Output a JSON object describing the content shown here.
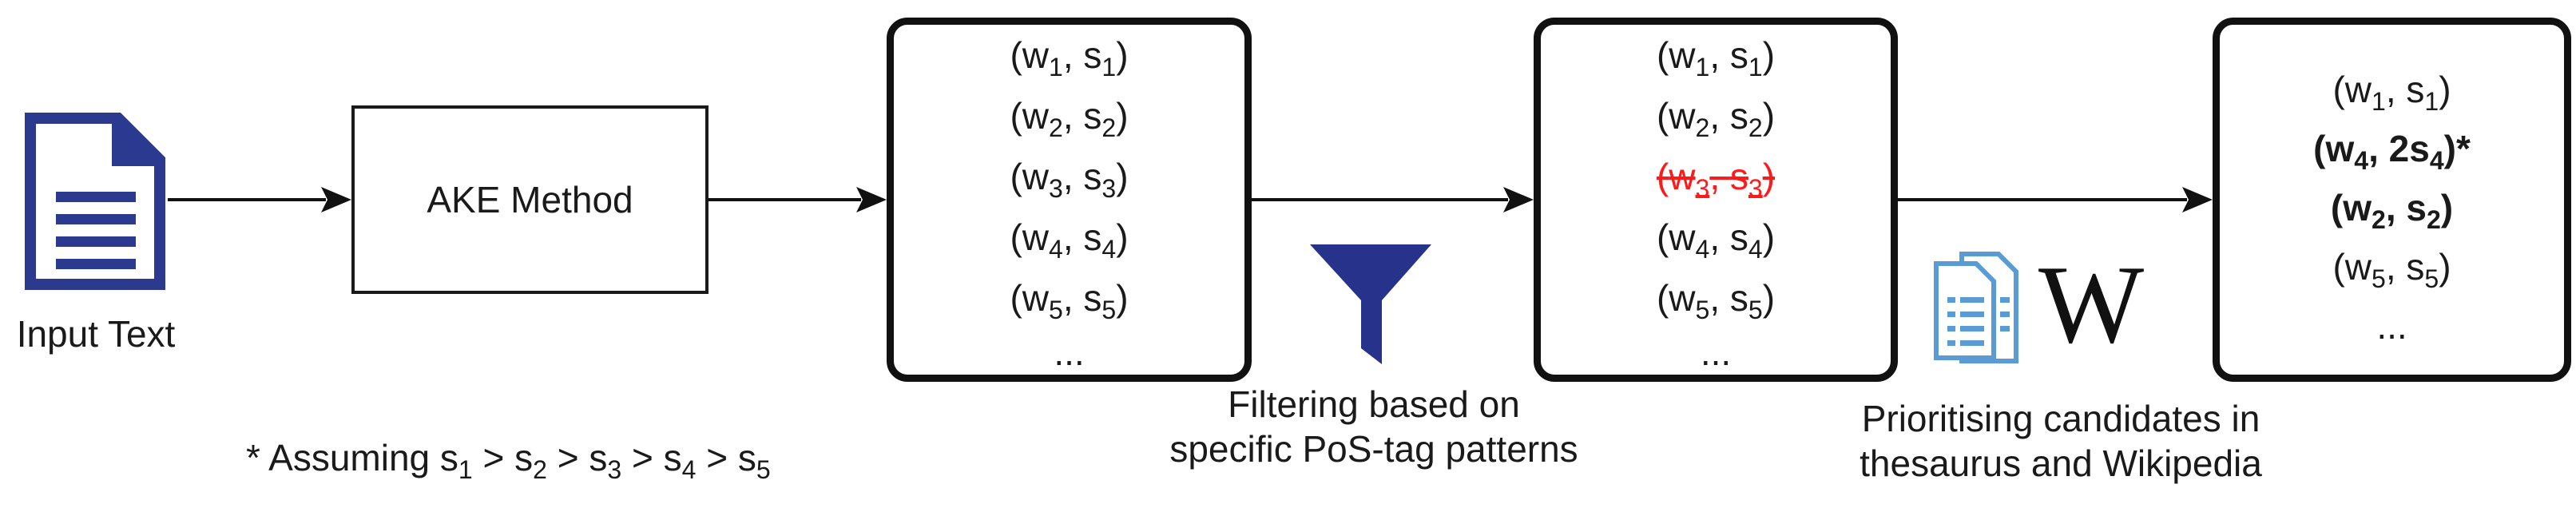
{
  "input": {
    "icon": "document-icon",
    "label": "Input Text"
  },
  "ake": {
    "label": "AKE Method"
  },
  "list1": {
    "rows": [
      {
        "w": "w",
        "wsub": "1",
        "s": "s",
        "ssub": "1"
      },
      {
        "w": "w",
        "wsub": "2",
        "s": "s",
        "ssub": "2"
      },
      {
        "w": "w",
        "wsub": "3",
        "s": "s",
        "ssub": "3"
      },
      {
        "w": "w",
        "wsub": "4",
        "s": "s",
        "ssub": "4"
      },
      {
        "w": "w",
        "wsub": "5",
        "s": "s",
        "ssub": "5"
      }
    ],
    "ellipsis": "..."
  },
  "filter": {
    "icon": "funnel-icon",
    "caption_line1": "Filtering based on",
    "caption_line2": "specific PoS-tag patterns"
  },
  "list2": {
    "rows": [
      {
        "w": "w",
        "wsub": "1",
        "s": "s",
        "ssub": "1",
        "removed": false
      },
      {
        "w": "w",
        "wsub": "2",
        "s": "s",
        "ssub": "2",
        "removed": false
      },
      {
        "w": "w",
        "wsub": "3",
        "s": "s",
        "ssub": "3",
        "removed": true
      },
      {
        "w": "w",
        "wsub": "4",
        "s": "s",
        "ssub": "4",
        "removed": false
      },
      {
        "w": "w",
        "wsub": "5",
        "s": "s",
        "ssub": "5",
        "removed": false
      }
    ],
    "ellipsis": "..."
  },
  "prioritise": {
    "icons": [
      "thesaurus-documents-icon",
      "wikipedia-logo"
    ],
    "wikipedia_logo": "W",
    "caption_line1": "Prioritising candidates in",
    "caption_line2": "thesaurus and Wikipedia"
  },
  "list3": {
    "rows": [
      {
        "w": "w",
        "wsub": "1",
        "s": "s",
        "ssub": "1",
        "prefix": "",
        "suffix": "",
        "bold": false
      },
      {
        "w": "w",
        "wsub": "4",
        "s": "s",
        "ssub": "4",
        "prefix": "2",
        "suffix": "*",
        "bold": true
      },
      {
        "w": "w",
        "wsub": "2",
        "s": "s",
        "ssub": "2",
        "prefix": "",
        "suffix": "",
        "bold": true
      },
      {
        "w": "w",
        "wsub": "5",
        "s": "s",
        "ssub": "5",
        "prefix": "",
        "suffix": "",
        "bold": false
      }
    ],
    "ellipsis": "..."
  },
  "note": {
    "prefix": "* Assuming ",
    "terms": [
      {
        "s": "s",
        "sub": "1"
      },
      {
        "s": "s",
        "sub": "2"
      },
      {
        "s": "s",
        "sub": "3"
      },
      {
        "s": "s",
        "sub": "4"
      },
      {
        "s": "s",
        "sub": "5"
      }
    ],
    "operator": ">"
  },
  "colors": {
    "document_icon": "#2b3a8f",
    "funnel": "#27338a",
    "thesaurus_icon": "#5b9bd5",
    "removed_row": "#ff1a1a",
    "stroke": "#111111"
  }
}
